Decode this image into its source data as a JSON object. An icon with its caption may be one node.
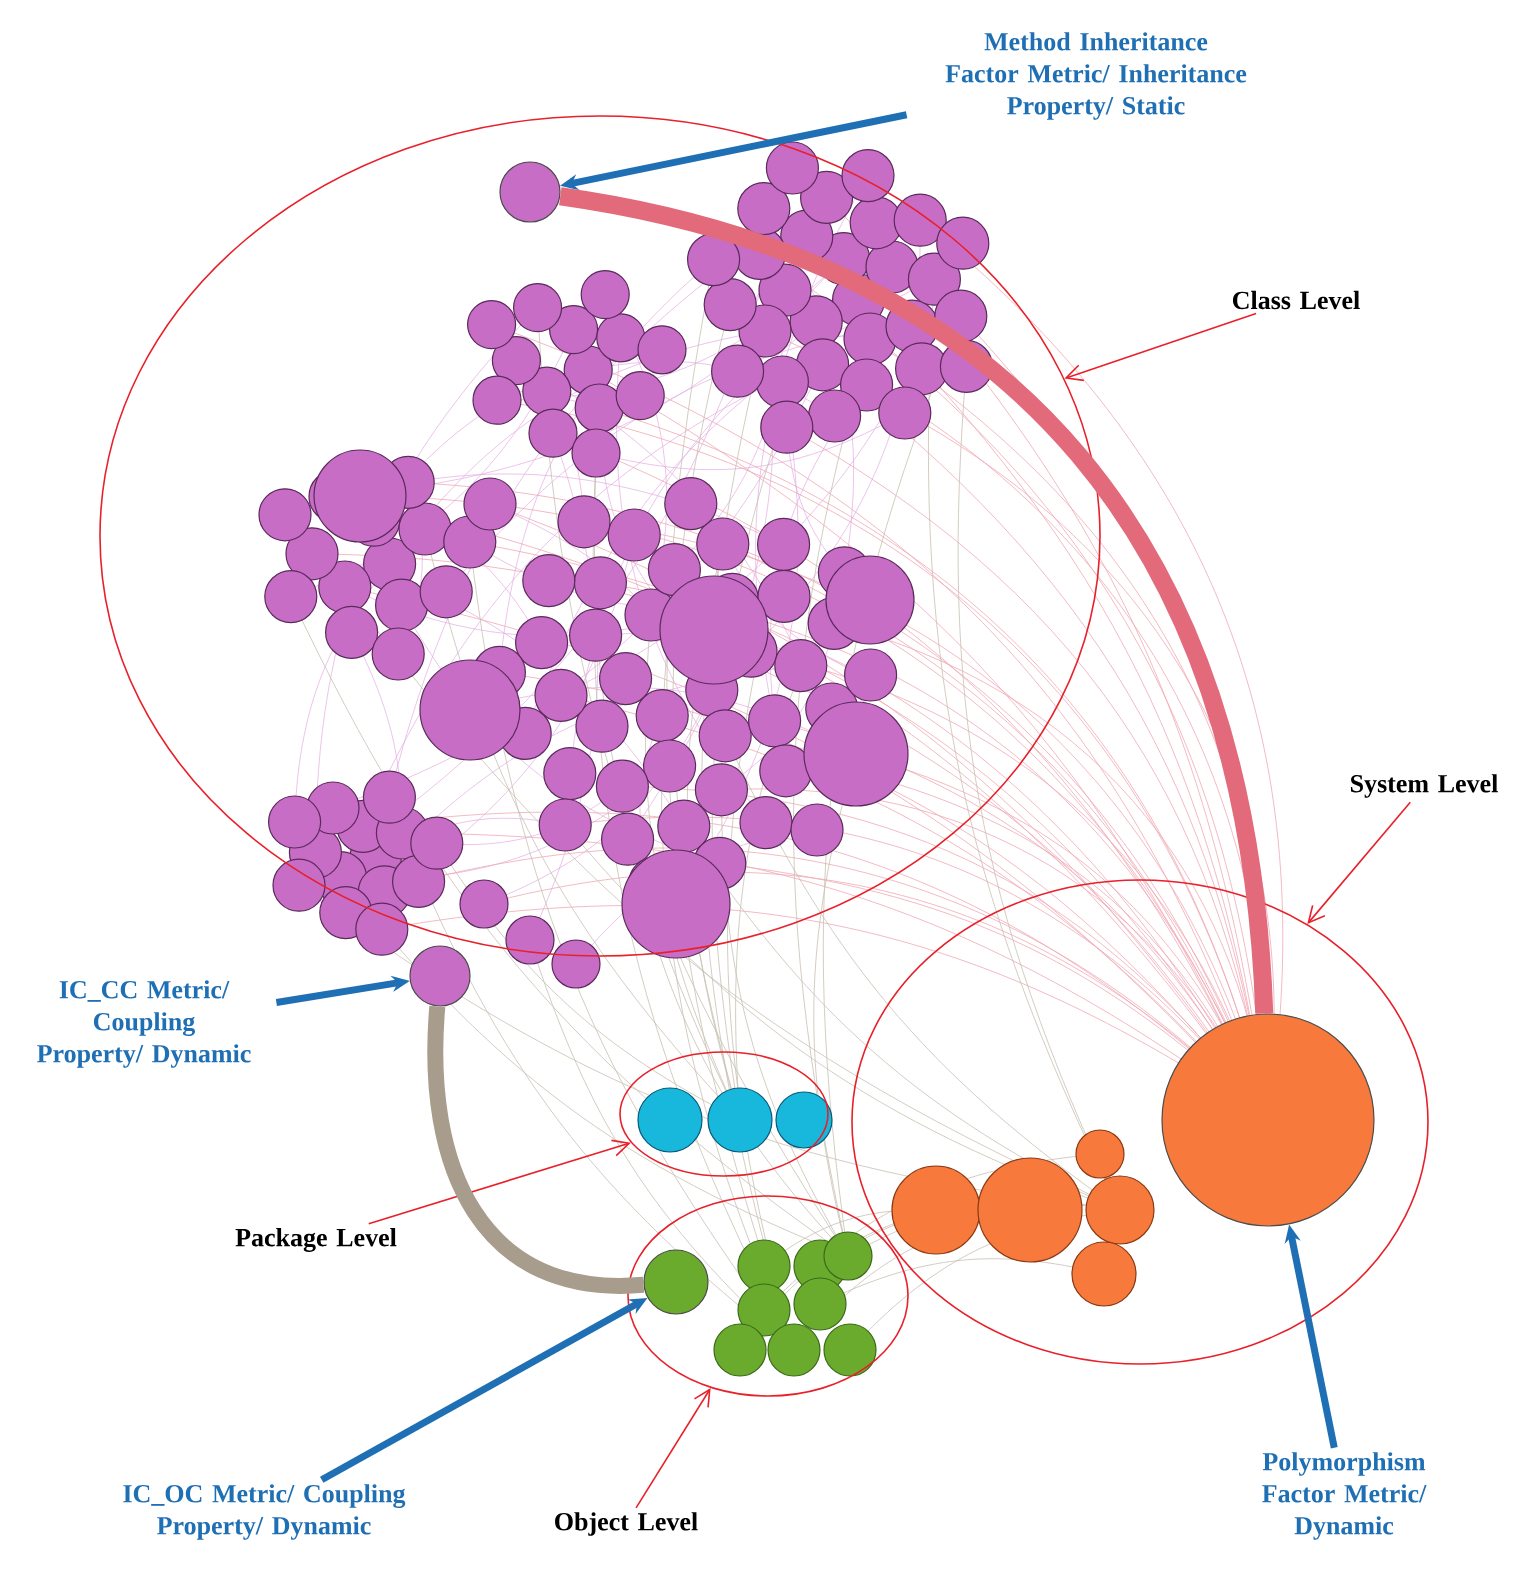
{
  "diagram": {
    "nodes": [
      {
        "text": [
          "Method Inheritance Factor Metric/ Inheritance Property/ Static"
        ]
      },
      {
        "text": [],
        "shape": "circle",
        "in": 3
      },
      {
        "text": [
          "Class Level"
        ]
      },
      {
        "text": [],
        "shape": "ellipse"
      },
      {
        "text": [
          "System Level"
        ]
      },
      {
        "text": [],
        "shape": "ellipse"
      },
      {
        "text": [
          "Package Level"
        ]
      },
      {
        "text": [],
        "shape": "ellipse"
      },
      {
        "text": [
          "Object Level"
        ]
      },
      {
        "text": [],
        "shape": "ellipse"
      },
      {
        "text": [
          "IC_CC Metric/ Coupling Property/ Dynamic"
        ]
      },
      {
        "text": [],
        "shape": "circle"
      },
      {
        "text": [
          "IC_OC Metric/ Coupling Property/ Dynamic"
        ]
      },
      {
        "text": [],
        "shape": "circle",
        "in": 9
      },
      {
        "text": [
          "Polymorphism Factor Metric/ Dynamic"
        ]
      },
      {
        "text": [],
        "shape": "circle",
        "in": 5
      }
    ],
    "edges": [
      {
        "from": 0,
        "to": 1,
        "arrow": "to",
        "color": "#1f6fb5"
      },
      {
        "from": 2,
        "to": 3,
        "arrow": "to",
        "color": "#e8202a"
      },
      {
        "from": 4,
        "to": 5,
        "arrow": "to",
        "color": "#e8202a"
      },
      {
        "from": 6,
        "to": 7,
        "arrow": "to",
        "color": "#e8202a"
      },
      {
        "from": 8,
        "to": 9,
        "arrow": "to",
        "color": "#e8202a"
      },
      {
        "from": 10,
        "to": 11,
        "arrow": "to",
        "color": "#1f6fb5"
      },
      {
        "from": 12,
        "to": 13,
        "arrow": "to",
        "color": "#1f6fb5"
      },
      {
        "from": 14,
        "to": 15,
        "arrow": "to",
        "color": "#1f6fb5"
      },
      {
        "from": 1,
        "to": 15,
        "arrow": "none",
        "style": "thick",
        "color": "#e26a7a"
      },
      {
        "from": 11,
        "to": 13,
        "arrow": "none",
        "style": "thick",
        "color": "#a89c8c"
      }
    ]
  }
}
